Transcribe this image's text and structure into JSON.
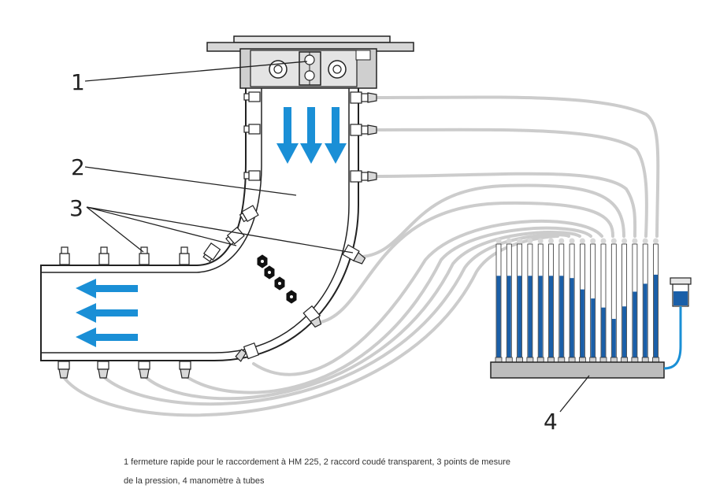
{
  "callouts": {
    "c1": "1",
    "c2": "2",
    "c3": "3",
    "c4": "4"
  },
  "caption": {
    "line1": "1 fermeture rapide pour le raccordement à HM 225, 2 raccord coudé transparent, 3 points de mesure",
    "line2": "de la pression, 4 manomètre à tubes"
  },
  "colors": {
    "flow_arrow": "#1a8fd6",
    "water": "#1a5fa8",
    "hose": "#cccccc",
    "outline": "#222222",
    "metal": "#cfcfcf"
  },
  "manometer": {
    "tube_count": 16,
    "levels": [
      0.72,
      0.72,
      0.72,
      0.72,
      0.72,
      0.72,
      0.72,
      0.7,
      0.6,
      0.52,
      0.44,
      0.34,
      0.45,
      0.58,
      0.65,
      0.73
    ]
  }
}
